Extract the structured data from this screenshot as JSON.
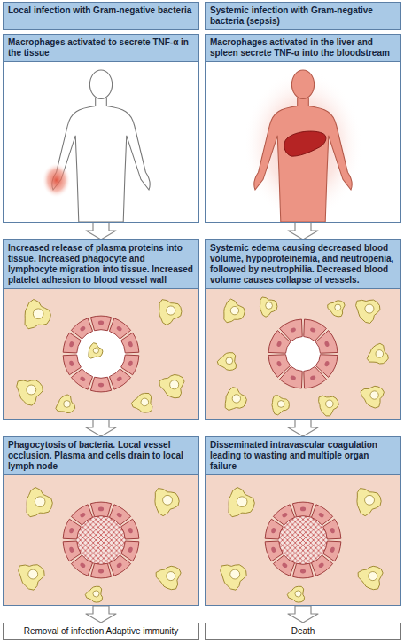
{
  "diagram": {
    "nodes": [
      {
        "text": [
          "Local infection with Gram-negative bacteria"
        ]
      },
      {
        "text": [
          "Systemic infection with Gram-negative bacteria (sepsis)"
        ]
      },
      {
        "text": [
          "Macrophages activated to secrete TNF-α in the tissue"
        ]
      },
      {
        "text": [
          "Macrophages activated in the liver and spleen secrete TNF-α into the bloodstream"
        ]
      },
      {
        "text": [
          "Increased release of plasma proteins into tissue. Increased phagocyte and lymphocyte migration into tissue. Increased platelet adhesion to blood vessel wall"
        ]
      },
      {
        "text": [
          "Systemic edema causing decreased blood volume, hypoproteinemia, and neutropenia, followed by neutrophilia. Decreased blood volume causes collapse of vessels."
        ]
      },
      {
        "text": [
          "Phagocytosis of bacteria. Local vessel occlusion. Plasma and cells drain to local lymph node"
        ]
      },
      {
        "text": [
          "Disseminated intravascular coagulation leading to wasting and multiple organ failure"
        ]
      },
      {
        "text": [
          "Removal of infection Adaptive immunity"
        ]
      },
      {
        "text": [
          "Death"
        ]
      }
    ],
    "edges": [
      {
        "from": 2,
        "to": 4,
        "arrow": "to"
      },
      {
        "from": 4,
        "to": 6,
        "arrow": "to"
      },
      {
        "from": 6,
        "to": 8,
        "arrow": "to"
      },
      {
        "from": 3,
        "to": 5,
        "arrow": "to"
      },
      {
        "from": 5,
        "to": 7,
        "arrow": "to"
      },
      {
        "from": 7,
        "to": 9,
        "arrow": "to"
      }
    ]
  }
}
